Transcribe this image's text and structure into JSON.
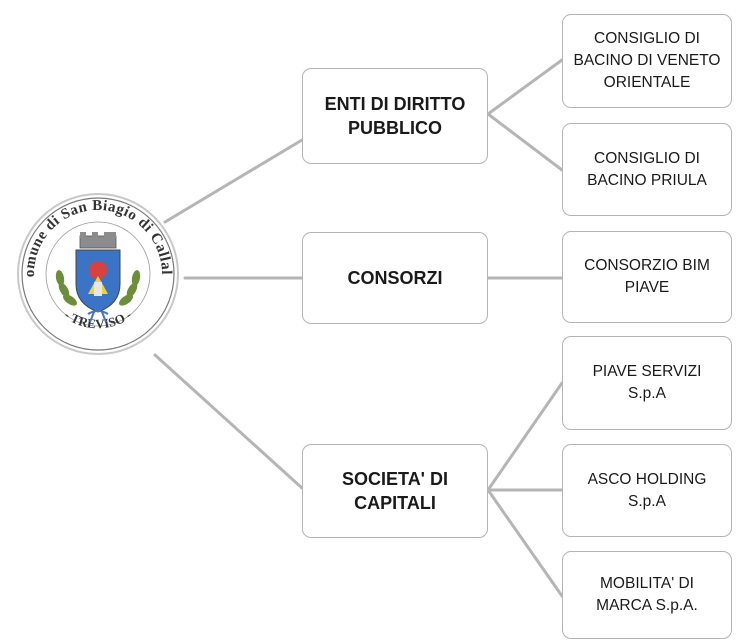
{
  "logo": {
    "ring_text_top": "Comune di San Biagio di Callalta",
    "ring_text_bottom": "- TREVISO -",
    "icon": "municipal-coat-of-arms"
  },
  "colors": {
    "connector": "#b5b5b5",
    "box_border": "#b4b4b4",
    "text": "#1a1a1a"
  },
  "categories": [
    {
      "label": "ENTI DI DIRITTO\nPUBBLICO",
      "children": [
        {
          "label": "CONSIGLIO DI\nBACINO DI VENETO\nORIENTALE"
        },
        {
          "label": "CONSIGLIO DI\nBACINO PRIULA"
        }
      ]
    },
    {
      "label": "CONSORZI",
      "children": [
        {
          "label": "CONSORZIO BIM\nPIAVE"
        }
      ]
    },
    {
      "label": "SOCIETA' DI\nCAPITALI",
      "children": [
        {
          "label": "PIAVE SERVIZI\nS.p.A"
        },
        {
          "label": "ASCO HOLDING\nS.p.A"
        },
        {
          "label": "MOBILITA' DI\nMARCA S.p.A."
        }
      ]
    }
  ]
}
